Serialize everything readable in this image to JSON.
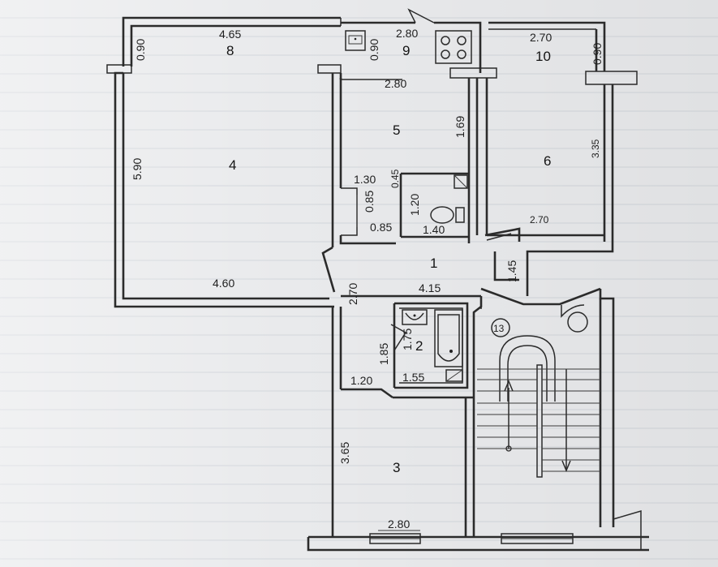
{
  "dimensions": {
    "d_465": "4.65",
    "d_090_a": "0.90",
    "d_090_b": "0.90",
    "d_280_top": "2.80",
    "d_270_top": "2.70",
    "d_090_c": "0.90",
    "d_280_mid": "2.80",
    "d_169": "1.69",
    "d_335": "3.35",
    "d_590": "5.90",
    "d_130": "1.30",
    "d_045": "0.45",
    "d_085_v": "0.85",
    "d_120_v": "1.20",
    "d_085_h": "0.85",
    "d_140": "1.40",
    "d_270_r": "2.70",
    "d_145": "1.45",
    "d_460": "4.60",
    "d_270_v": "2.70",
    "d_415": "4.15",
    "d_175": "1.75",
    "d_185": "1.85",
    "d_155": "1.55",
    "d_120_h": "1.20",
    "d_365": "3.65",
    "d_280_bot": "2.80"
  },
  "rooms": {
    "r1": "1",
    "r2": "2",
    "r3": "3",
    "r4": "4",
    "r5": "5",
    "r6": "6",
    "r8": "8",
    "r9": "9",
    "r10": "10",
    "r13": "13"
  }
}
